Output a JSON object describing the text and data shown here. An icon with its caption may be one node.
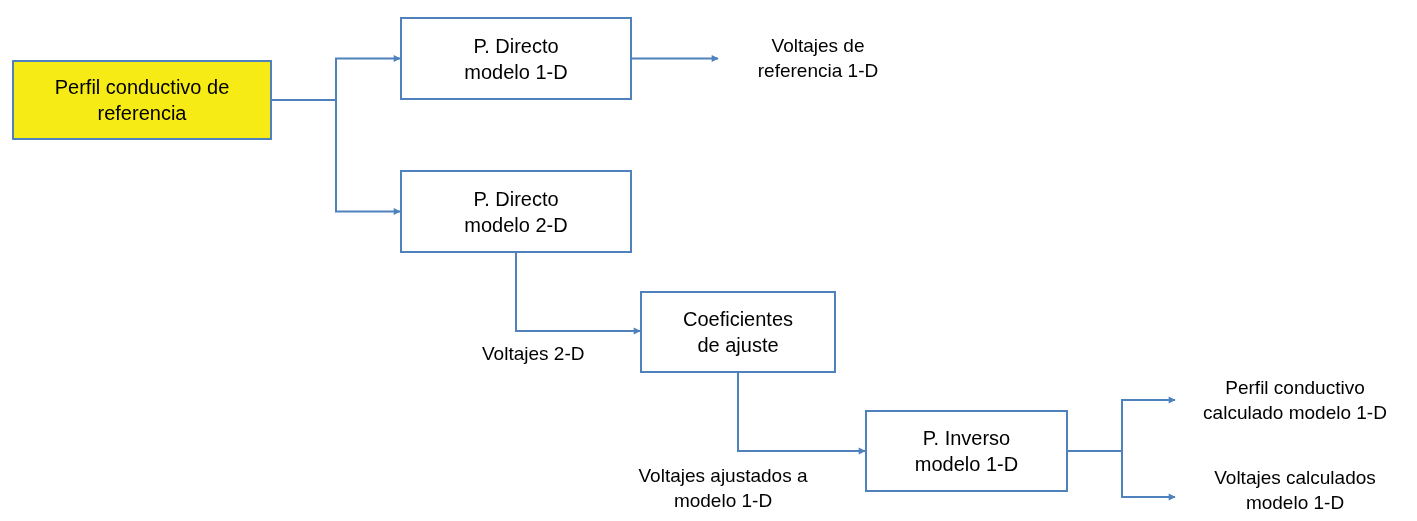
{
  "diagram": {
    "nodes": [
      {
        "text": [
          "Perfil conductivo de referencia"
        ]
      },
      {
        "text": [
          "P. Directo modelo 1-D"
        ]
      },
      {
        "text": [
          "Voltajes de referencia 1-D"
        ]
      },
      {
        "text": [
          "P. Directo modelo 2-D"
        ]
      },
      {
        "text": [
          "Coeficientes de ajuste"
        ]
      },
      {
        "text": [
          "P. Inverso modelo 1-D"
        ]
      },
      {
        "text": [
          "Perfil conductivo calculado modelo 1-D"
        ]
      },
      {
        "text": [
          "Voltajes calculados modelo 1-D"
        ]
      }
    ],
    "edges": [
      {
        "from": 0,
        "to": 1,
        "arrow": "to"
      },
      {
        "from": 0,
        "to": 3,
        "arrow": "to"
      },
      {
        "from": 1,
        "to": 2,
        "arrow": "to"
      },
      {
        "from": 3,
        "to": 4,
        "arrow": "to",
        "label": "Voltajes 2-D"
      },
      {
        "from": 4,
        "to": 5,
        "arrow": "to",
        "label": "Voltajes ajustados a modelo 1-D"
      },
      {
        "from": 5,
        "to": 6,
        "arrow": "to"
      },
      {
        "from": 5,
        "to": 7,
        "arrow": "to"
      }
    ]
  }
}
